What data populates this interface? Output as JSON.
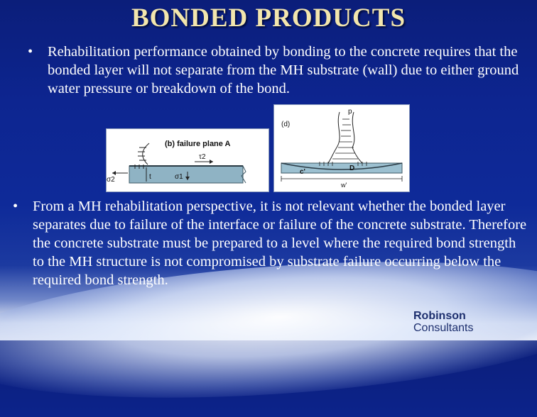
{
  "slide": {
    "title": "BONDED PRODUCTS",
    "bullets": [
      {
        "marker": "•",
        "text": "Rehabilitation performance obtained by bonding to the concrete requires that the bonded layer will not separate from the MH substrate (wall) due to either ground water pressure or breakdown of the bond."
      },
      {
        "marker": "•",
        "text": "From a MH rehabilitation perspective, it is not relevant whether the bonded layer separates due to failure of the interface or failure of the concrete substrate. Therefore the concrete substrate must be prepared to a level where the required bond strength to the MH structure is not compromised by substrate failure occurring below the required bond strength."
      }
    ],
    "figure_a": {
      "label": "(b) failure plane A",
      "sigma2": "σ2",
      "tau2": "τ2",
      "sigma1": "σ1",
      "t": "t"
    },
    "figure_d": {
      "label": "(d)",
      "p": "p",
      "c": "c'",
      "d": "D",
      "w": "w'"
    },
    "logo": {
      "line1": "Robinson",
      "line2": "Consultants"
    }
  }
}
